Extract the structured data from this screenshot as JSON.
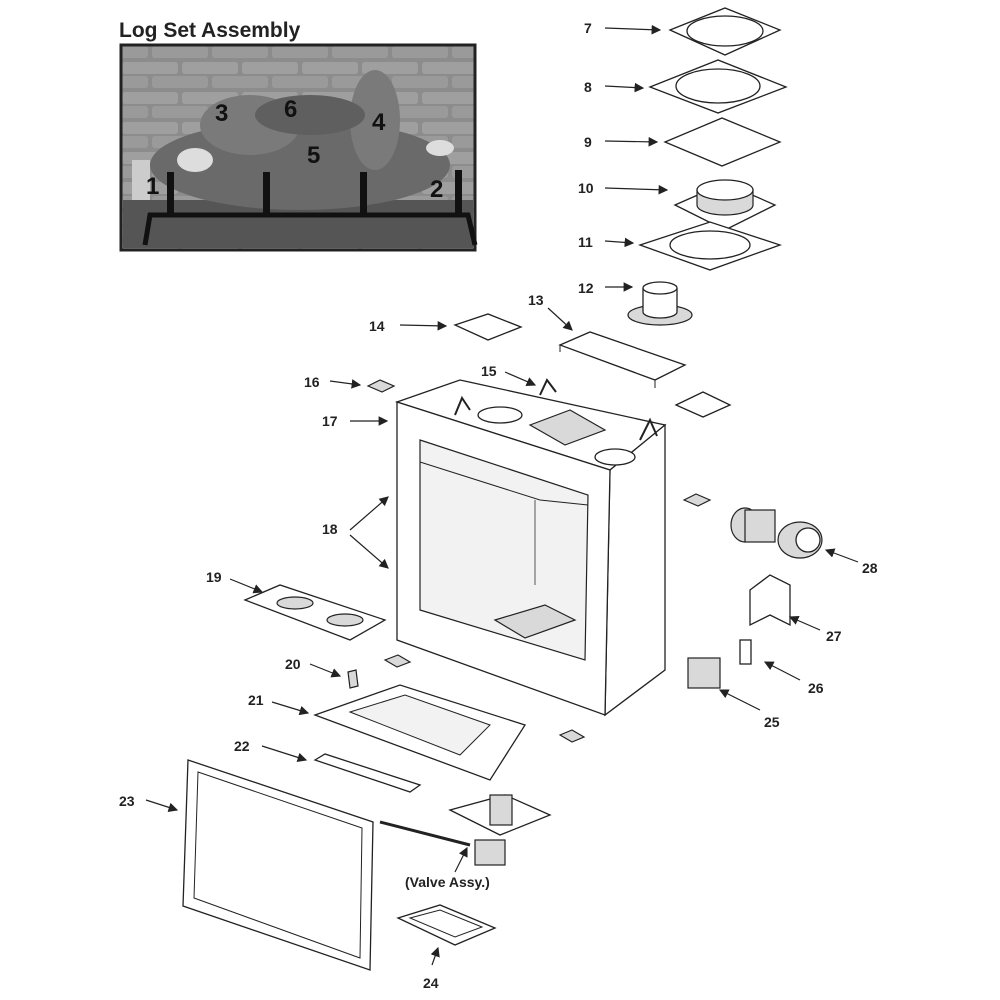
{
  "title": "Log Set Assembly",
  "log_labels": [
    "1",
    "2",
    "3",
    "4",
    "5",
    "6"
  ],
  "part_labels": {
    "p7": "7",
    "p8": "8",
    "p9": "9",
    "p10": "10",
    "p11": "11",
    "p12": "12",
    "p13": "13",
    "p14": "14",
    "p15": "15",
    "p16": "16",
    "p17": "17",
    "p18": "18",
    "p19": "19",
    "p20": "20",
    "p21": "21",
    "p22": "22",
    "p23": "23",
    "p24": "24",
    "p25": "25",
    "p26": "26",
    "p27": "27",
    "p28": "28"
  },
  "valve_label": "(Valve Assy.)"
}
